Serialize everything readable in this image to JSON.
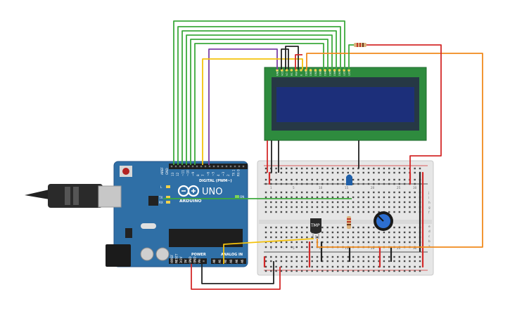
{
  "arduino": {
    "model": "UNO",
    "brand": "ARDUINO",
    "digital_label": "DIGITAL (PWM~)",
    "power_label": "POWER",
    "analog_label": "ANALOG IN",
    "led_labels": [
      "L",
      "TX",
      "RX"
    ],
    "on_label": "ON",
    "aref_label": "AREF",
    "gnd_label": "GND",
    "digital_pins": [
      "13",
      "12",
      "~11",
      "~10",
      "~9",
      "8",
      "7",
      "~6",
      "~5",
      "4",
      "~3",
      "2",
      "TX 1",
      "RX 0"
    ],
    "power_pins": [
      "IOREF",
      "RESET",
      "3.3V",
      "5V",
      "GND",
      "GND",
      "Vin"
    ],
    "analog_pins": [
      "A0",
      "A1",
      "A2",
      "A3",
      "A4",
      "A5"
    ]
  },
  "sensor": {
    "label": "TMP"
  },
  "breadboard": {
    "top_cols": [
      "1",
      "5",
      "10",
      "15",
      "20",
      "25",
      "30"
    ],
    "bottom_cols": [
      "1",
      "5",
      "10",
      "15",
      "20",
      "25",
      "30"
    ],
    "right_rows_top": [
      "j",
      "i",
      "h",
      "g",
      "f"
    ],
    "right_rows_bottom": [
      "e",
      "d",
      "c",
      "b",
      "a"
    ]
  },
  "lcd": {
    "pin_labels": [
      "GND",
      "VCC",
      "V0",
      "RS",
      "RW",
      "E",
      "DB0",
      "DB1",
      "DB2",
      "DB3",
      "DB4",
      "DB5",
      "DB6",
      "DB7",
      "LED",
      "LED"
    ]
  },
  "colors": {
    "board_blue": "#2f6fa6",
    "lcd_green": "#2e8b3e",
    "lcd_screen": "#1c2f7a",
    "wire_green": "#3daa3d",
    "wire_red": "#d42a2a",
    "wire_orange": "#f08a1d",
    "wire_yellow": "#f4c20d",
    "wire_purple": "#7b3fa6",
    "wire_black": "#222222"
  }
}
